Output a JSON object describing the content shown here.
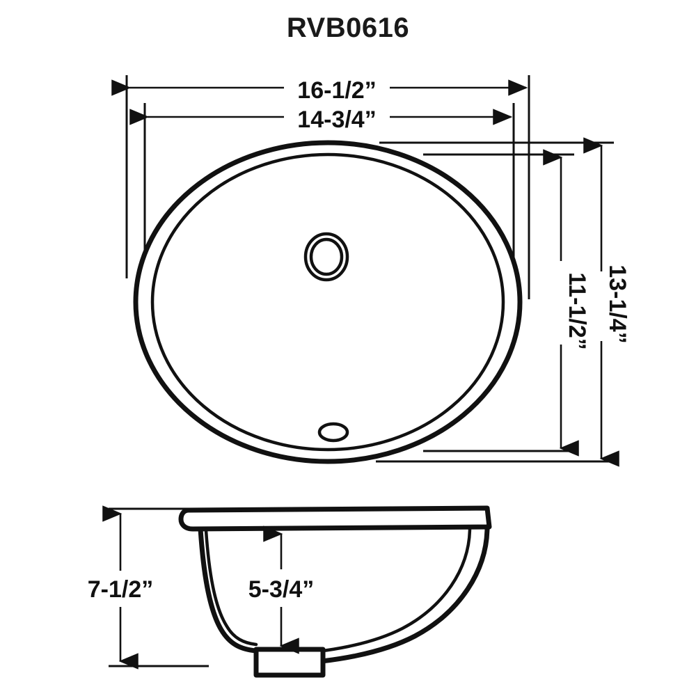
{
  "document": {
    "title": "RVB0616",
    "kind": "technical-dimension-drawing",
    "subject": "undermount oval bathroom sink",
    "background_color": "#ffffff",
    "line_color": "#111111"
  },
  "views": {
    "top": {
      "name": "top-view",
      "shape": "oval",
      "features": [
        "outer-rim",
        "inner-bowl-edge",
        "drain-hole",
        "overflow-hole"
      ]
    },
    "side": {
      "name": "side-section-view",
      "shape": "bowl-cross-section",
      "features": [
        "rim-lip",
        "bowl-wall",
        "drain-outlet"
      ]
    }
  },
  "dimensions": {
    "overall_width": {
      "label": "16-1/2”",
      "orientation": "horizontal",
      "view": "top"
    },
    "bowl_width": {
      "label": "14-3/4”",
      "orientation": "horizontal",
      "view": "top"
    },
    "overall_depth": {
      "label": "13-1/4”",
      "orientation": "vertical-rotated",
      "view": "top"
    },
    "bowl_depth": {
      "label": "11-1/2”",
      "orientation": "vertical-rotated",
      "view": "top"
    },
    "overall_height": {
      "label": "7-1/2”",
      "orientation": "vertical",
      "view": "side"
    },
    "bowl_height": {
      "label": "5-3/4”",
      "orientation": "vertical",
      "view": "side"
    }
  }
}
